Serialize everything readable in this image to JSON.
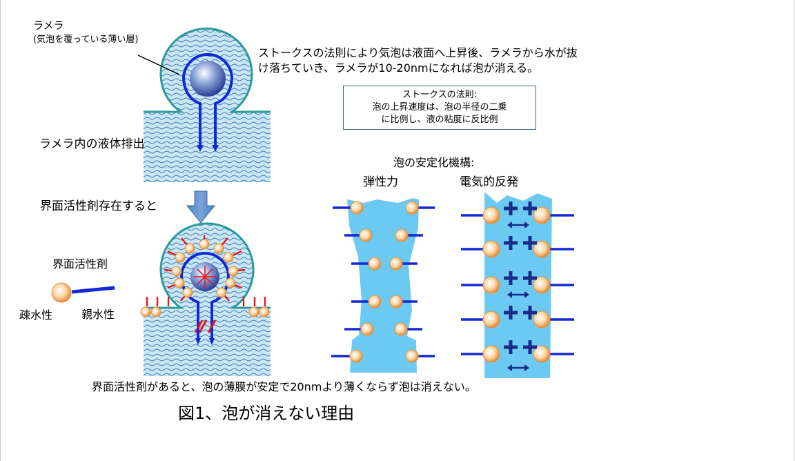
{
  "texts": {
    "lamella_title": "ラメラ",
    "lamella_sub": "(気泡を覆っている薄い層)",
    "stokes_desc": "ストークスの法則により気泡は液面へ上昇後、ラメラから水が抜け落ちていき、ラメラが10-20nmになれば泡が消える。",
    "stokes_box_line1": "ストークスの法則:",
    "stokes_box_line2": "泡の上昇速度は、泡の半径の二乗",
    "stokes_box_line3": "に比例し、液の粘度に反比例",
    "drain_label": "ラメラ内の液体排出",
    "surf_present": "界面活性剤存在すると",
    "surfactant_label": "界面活性剤",
    "hydrophobic": "疎水性",
    "hydrophilic": "親水性",
    "mech_title": "泡の安定化機構:",
    "elastic": "弾性力",
    "electric": "電気的反発",
    "bottom_note": "界面活性剤があると、泡の薄膜が安定で20nmより薄くならず泡は消えない。",
    "fig_title": "図1、泡が消えない理由"
  },
  "colors": {
    "liquid": "#c9e7f2",
    "teal": "#2a9a9a",
    "blue": "#1228d6",
    "film": "#6ccaf2",
    "red": "#e8151b",
    "navy": "#1a2a88",
    "arrow": "#5a8ac6"
  },
  "icons": [
    "down-arrow-icon",
    "surfactant-molecule-icon",
    "plus-charge-icon",
    "repulsion-arrow-icon"
  ]
}
